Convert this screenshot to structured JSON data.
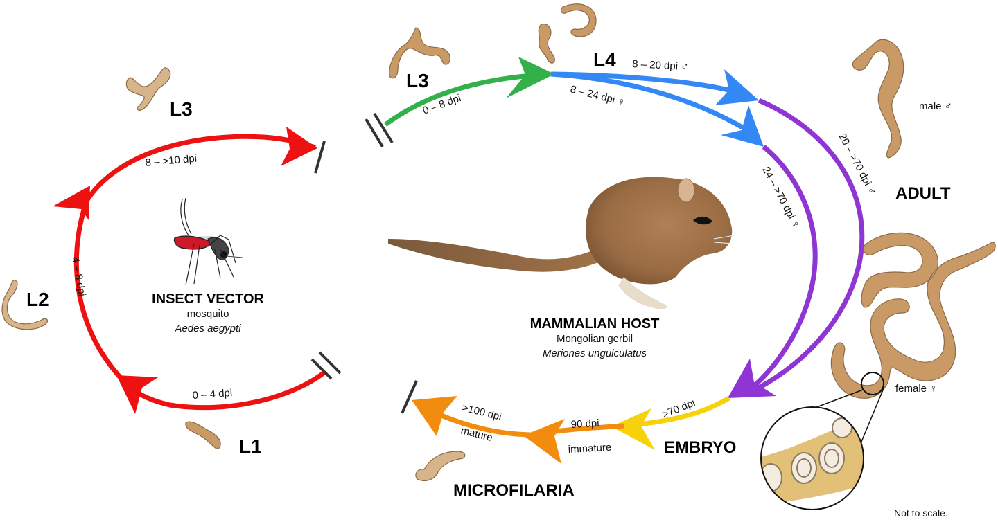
{
  "figure": {
    "note": "Not to scale."
  },
  "insect_vector": {
    "title": "INSECT VECTOR",
    "common_name": "mosquito",
    "species": "Aedes aegypti",
    "stages": [
      {
        "id": "L1",
        "label": "L1"
      },
      {
        "id": "L2",
        "label": "L2"
      },
      {
        "id": "L3",
        "label": "L3"
      }
    ],
    "transitions": [
      {
        "from": "L1",
        "to": "L2",
        "label": "0 – 4 dpi"
      },
      {
        "from": "L2",
        "to": "L3",
        "label": "4 – 8 dpi"
      },
      {
        "from": "L3",
        "to": "host",
        "label": "8 – >10 dpi"
      }
    ],
    "color": "#ee1111"
  },
  "mammalian_host": {
    "title": "MAMMALIAN HOST",
    "common_name": "Mongolian gerbil",
    "species": "Meriones unguiculatus",
    "stages": [
      {
        "id": "L3",
        "label": "L3"
      },
      {
        "id": "L4",
        "label": "L4"
      },
      {
        "id": "ADULT",
        "label": "ADULT"
      },
      {
        "id": "EMBRYO",
        "label": "EMBRYO"
      },
      {
        "id": "MICROFILARIA",
        "label": "MICROFILARIA"
      }
    ],
    "transitions": [
      {
        "from": "L3",
        "to": "L4",
        "label": "0 – 8 dpi",
        "color": "#33b04a"
      },
      {
        "from": "L4",
        "to": "ADULT male",
        "label": "8 – 20 dpi ♂",
        "color": "#3388f5"
      },
      {
        "from": "L4",
        "to": "ADULT female",
        "label": "8 – 24 dpi ♀",
        "color": "#3388f5"
      },
      {
        "from": "ADULT male",
        "to": "EMBRYO",
        "label": "20 – >70 dpi ♂",
        "color": "#8e35d4"
      },
      {
        "from": "ADULT female",
        "to": "EMBRYO",
        "label": "24 – >70 dpi ♀",
        "color": "#8e35d4"
      },
      {
        "from": "EMBRYO",
        "to": "MICROFILARIA immature",
        "label": ">70 dpi",
        "color": "#f7d10a"
      },
      {
        "from": "immature",
        "to": "mature",
        "label": "90 dpi",
        "sublabel": "immature",
        "color": "#f28c0f"
      },
      {
        "from": "mature",
        "to": "vector",
        "label": ">100 dpi",
        "sublabel": "mature",
        "color": "#f28c0f"
      }
    ],
    "adult_labels": {
      "male": "male ♂",
      "female": "female ♀"
    }
  }
}
